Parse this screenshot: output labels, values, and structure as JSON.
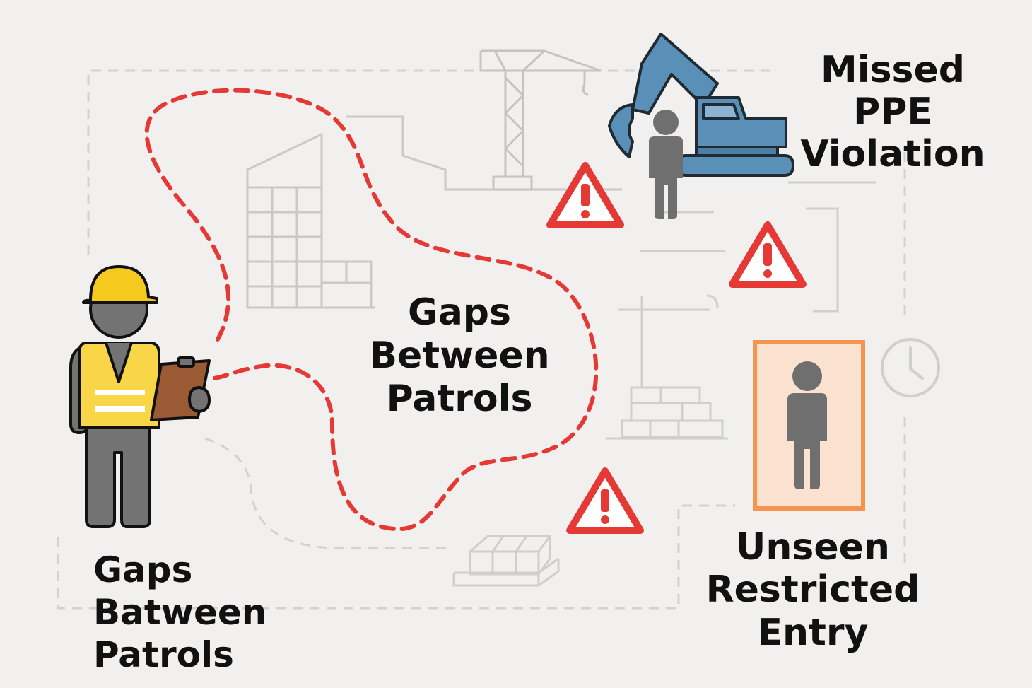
{
  "labels": {
    "missed_ppe": "Missed PPE\nViolation",
    "gaps_center": "Gaps\nBetween\nPatrols",
    "gaps_left": "Gaps\nBatween\nPatrols",
    "unseen_entry": "Unseen\nRestricted\nEntry"
  },
  "icons": [
    "guard-with-clipboard-icon",
    "crane-icon",
    "excavator-icon",
    "building-icon",
    "warning-triangle-icon",
    "clock-icon",
    "brick-pallet-icon",
    "person-icon"
  ],
  "colors": {
    "background": "#f1f0ee",
    "patrol_path": "#e53935",
    "warning": "#e53935",
    "helmet": "#f6c91f",
    "vest": "#f8d648",
    "clipboard": "#9a5a34",
    "excavator": "#5a8fb8",
    "restricted_frame": "#f4944f",
    "restricted_fill": "#fbe1cf",
    "person": "#6f6f6f"
  }
}
